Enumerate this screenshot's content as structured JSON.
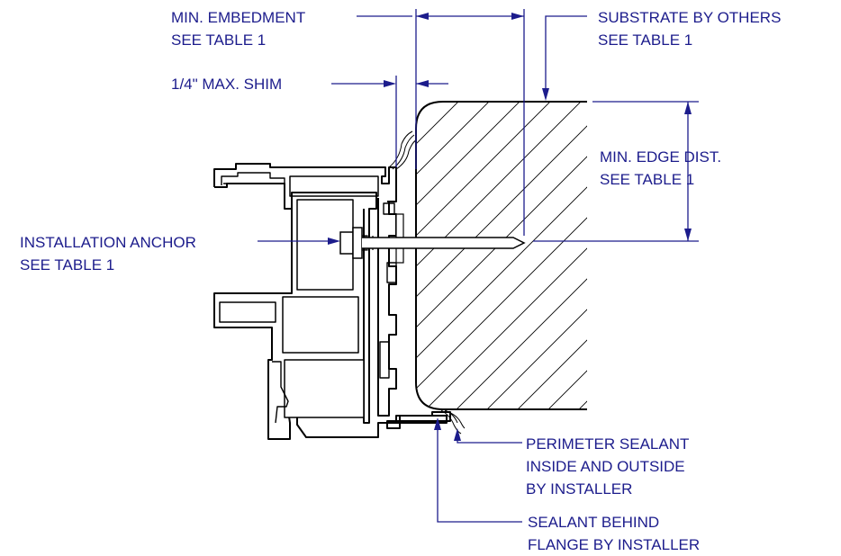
{
  "labels": {
    "min_embedment": [
      "MIN. EMBEDMENT",
      "SEE TABLE 1"
    ],
    "substrate": [
      "SUBSTRATE BY OTHERS",
      "SEE TABLE 1"
    ],
    "shim": [
      "1/4\"  MAX. SHIM"
    ],
    "min_edge_dist": [
      "MIN. EDGE DIST.",
      "SEE TABLE 1"
    ],
    "installation_anchor": [
      "INSTALLATION ANCHOR",
      "SEE TABLE 1"
    ],
    "perimeter_sealant": [
      "PERIMETER SEALANT",
      "INSIDE AND OUTSIDE",
      "BY INSTALLER"
    ],
    "sealant_behind_flange": [
      "SEALANT BEHIND",
      "FLANGE BY INSTALLER"
    ]
  },
  "colors": {
    "annotation": "#1c1c8c",
    "linework": "#000000",
    "background": "#ffffff"
  }
}
